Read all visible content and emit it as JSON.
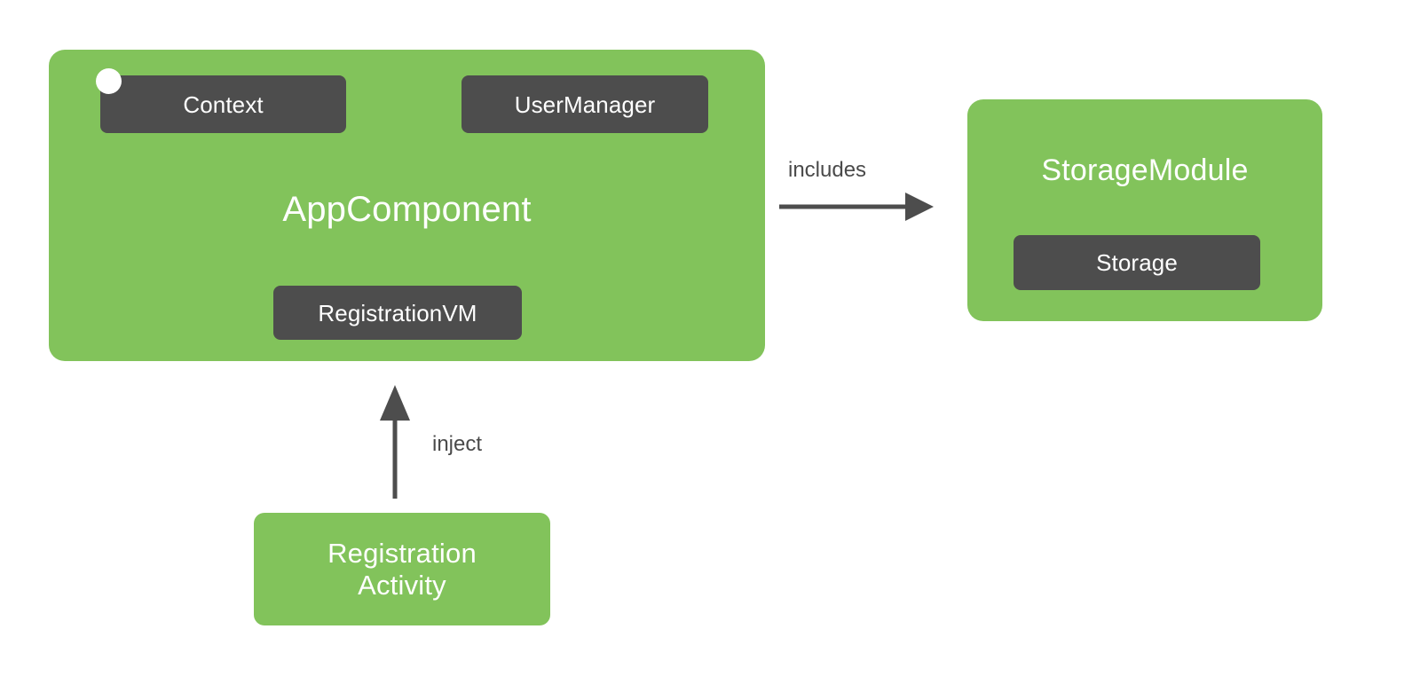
{
  "diagram": {
    "type": "dependency-injection-component-graph",
    "background": "#ffffff",
    "colors": {
      "module_green": "#82c35b",
      "dependency_chip_dark": "#4d4d4d",
      "text_on_green": "#ffffff",
      "text_on_chip": "#ffffff",
      "edge_label": "#4a4a4a",
      "arrow": "#4d4d4d",
      "scope_marker": "#ffffff"
    },
    "nodes": {
      "app_component": {
        "title": "AppComponent",
        "dependencies": [
          {
            "label": "Context"
          },
          {
            "label": "UserManager"
          },
          {
            "label": "RegistrationVM"
          }
        ]
      },
      "storage_module": {
        "title": "StorageModule",
        "dependencies": [
          {
            "label": "Storage"
          }
        ]
      },
      "registration_activity": {
        "title": "Registration\nActivity"
      }
    },
    "edges": [
      {
        "label": "includes",
        "from": "app_component",
        "to": "storage_module",
        "direction": "right"
      },
      {
        "label": "inject",
        "from": "registration_activity",
        "to": "app_component",
        "direction": "up"
      }
    ]
  }
}
